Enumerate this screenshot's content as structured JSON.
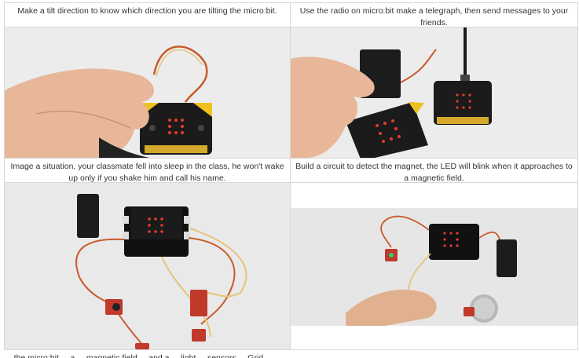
{
  "cells": [
    {
      "caption": "Make a tilt direction to know which direction you are tilting the micro:bit."
    },
    {
      "caption": "Use the radio on micro:bit make a telegraph, then send messages to your friends."
    },
    {
      "caption": "Image a situation, your classmate fell into sleep in the class, he won't wake up only if you shake him and call his name."
    },
    {
      "caption": "Build a circuit to detect the magnet, the LED will blink when it approaches to a magnetic field."
    }
  ],
  "footer_partial": "... the micro:bit ... a ... magnetic field ... and a ... light ... sensors ... Grid ..."
}
